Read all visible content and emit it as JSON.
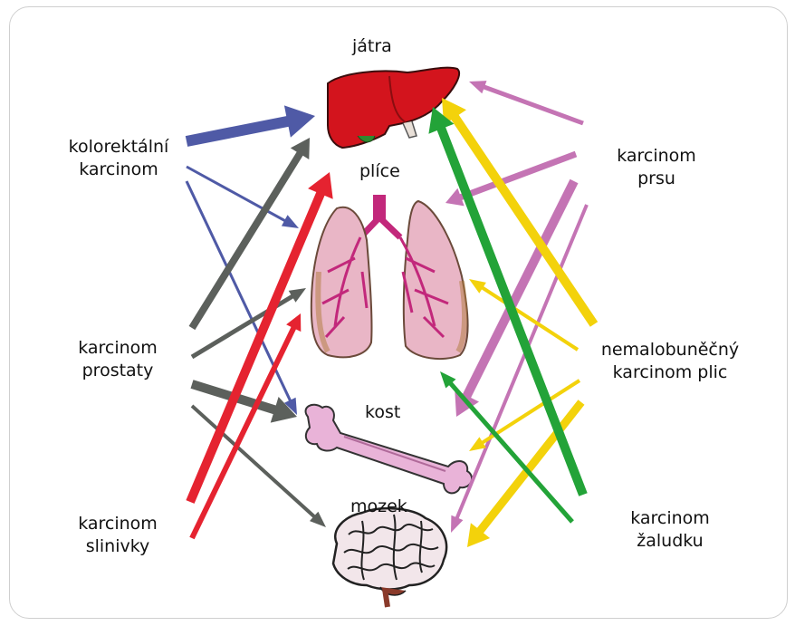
{
  "organs": {
    "liver": "játra",
    "lungs": "plíce",
    "bone": "kost",
    "brain": "mozek"
  },
  "sources": {
    "colorectal": [
      "kolorektální",
      "karcinom"
    ],
    "prostate": [
      "karcinom",
      "prostaty"
    ],
    "pancreas": [
      "karcinom",
      "slinivky"
    ],
    "breast": [
      "karcinom",
      "prsu"
    ],
    "nsclc": [
      "nemalobuněčný",
      "karcinom plic"
    ],
    "stomach": [
      "karcinom",
      "žaludku"
    ]
  },
  "colors": {
    "colorectal": "#4f5aa6",
    "prostate": "#5c605c",
    "pancreas": "#e52330",
    "breast": "#c474b4",
    "nsclc": "#f3d20b",
    "stomach": "#23a338"
  }
}
